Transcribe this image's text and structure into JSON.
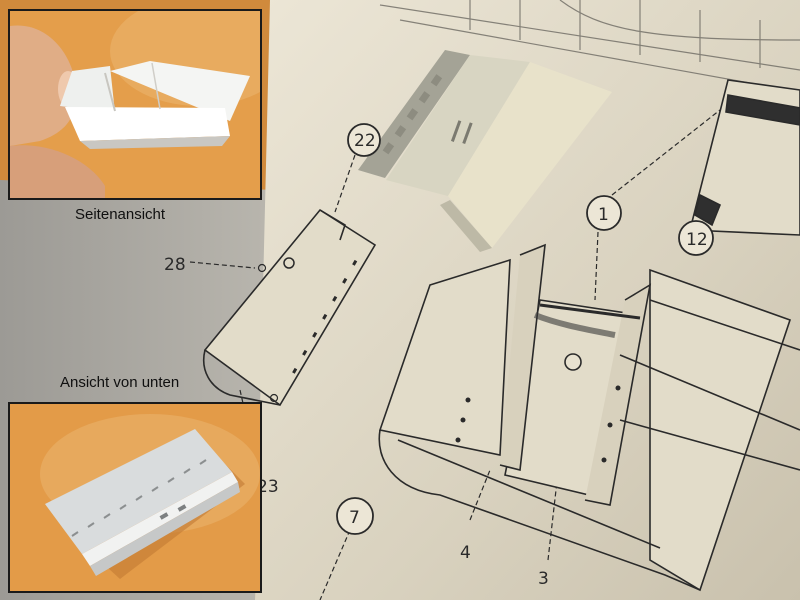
{
  "captions": {
    "side_view": "Seitenansicht",
    "bottom_view": "Ansicht von unten"
  },
  "callouts": [
    "22",
    "1",
    "12",
    "28",
    "23",
    "7",
    "4",
    "3"
  ],
  "colors": {
    "background_orange": "#d9913f",
    "paper": "#ddd6c4",
    "ink": "#2a2a2a",
    "resin_part": "#e6e2cf",
    "inset_border": "#1a1a1a"
  }
}
